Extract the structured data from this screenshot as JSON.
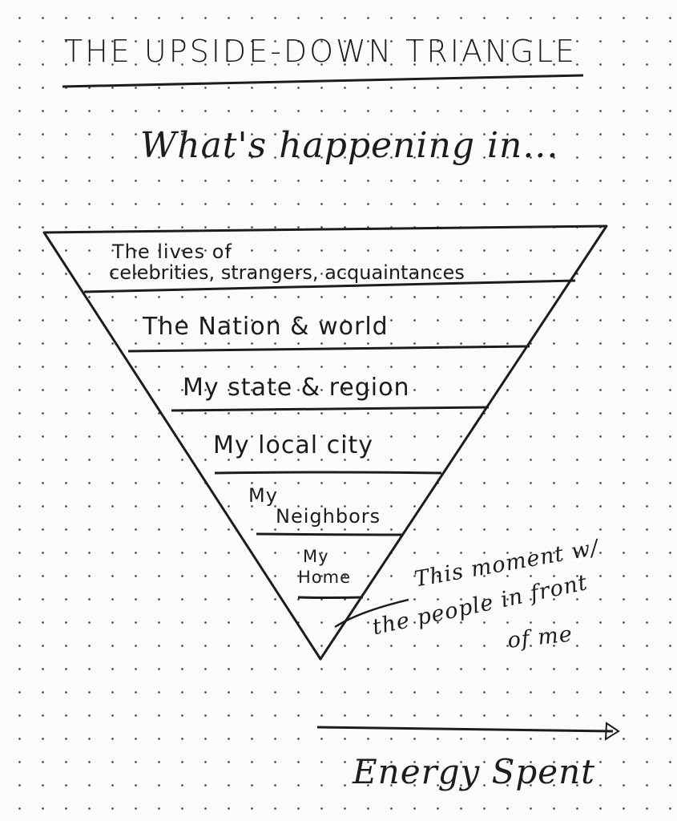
{
  "title": "THE UPSIDE-DOWN TRIANGLE",
  "subtitle": "What's happening in...",
  "tiers": [
    {
      "line1": "The lives of",
      "line2": "celebrities, strangers, acquaintances"
    },
    {
      "line1": "The Nation & world"
    },
    {
      "line1": "My state & region"
    },
    {
      "line1": "My local city"
    },
    {
      "line1": "My",
      "line2": "Neighbors"
    },
    {
      "line1": "My",
      "line2": "Home"
    }
  ],
  "tip_note": {
    "line1": "This moment w/",
    "line2": "the people in front",
    "line3": "of me"
  },
  "axis_label": "Energy Spent",
  "colors": {
    "ink": "#1c1c1c",
    "paper": "#fbfbf9",
    "dots": "#4a4a4a"
  }
}
